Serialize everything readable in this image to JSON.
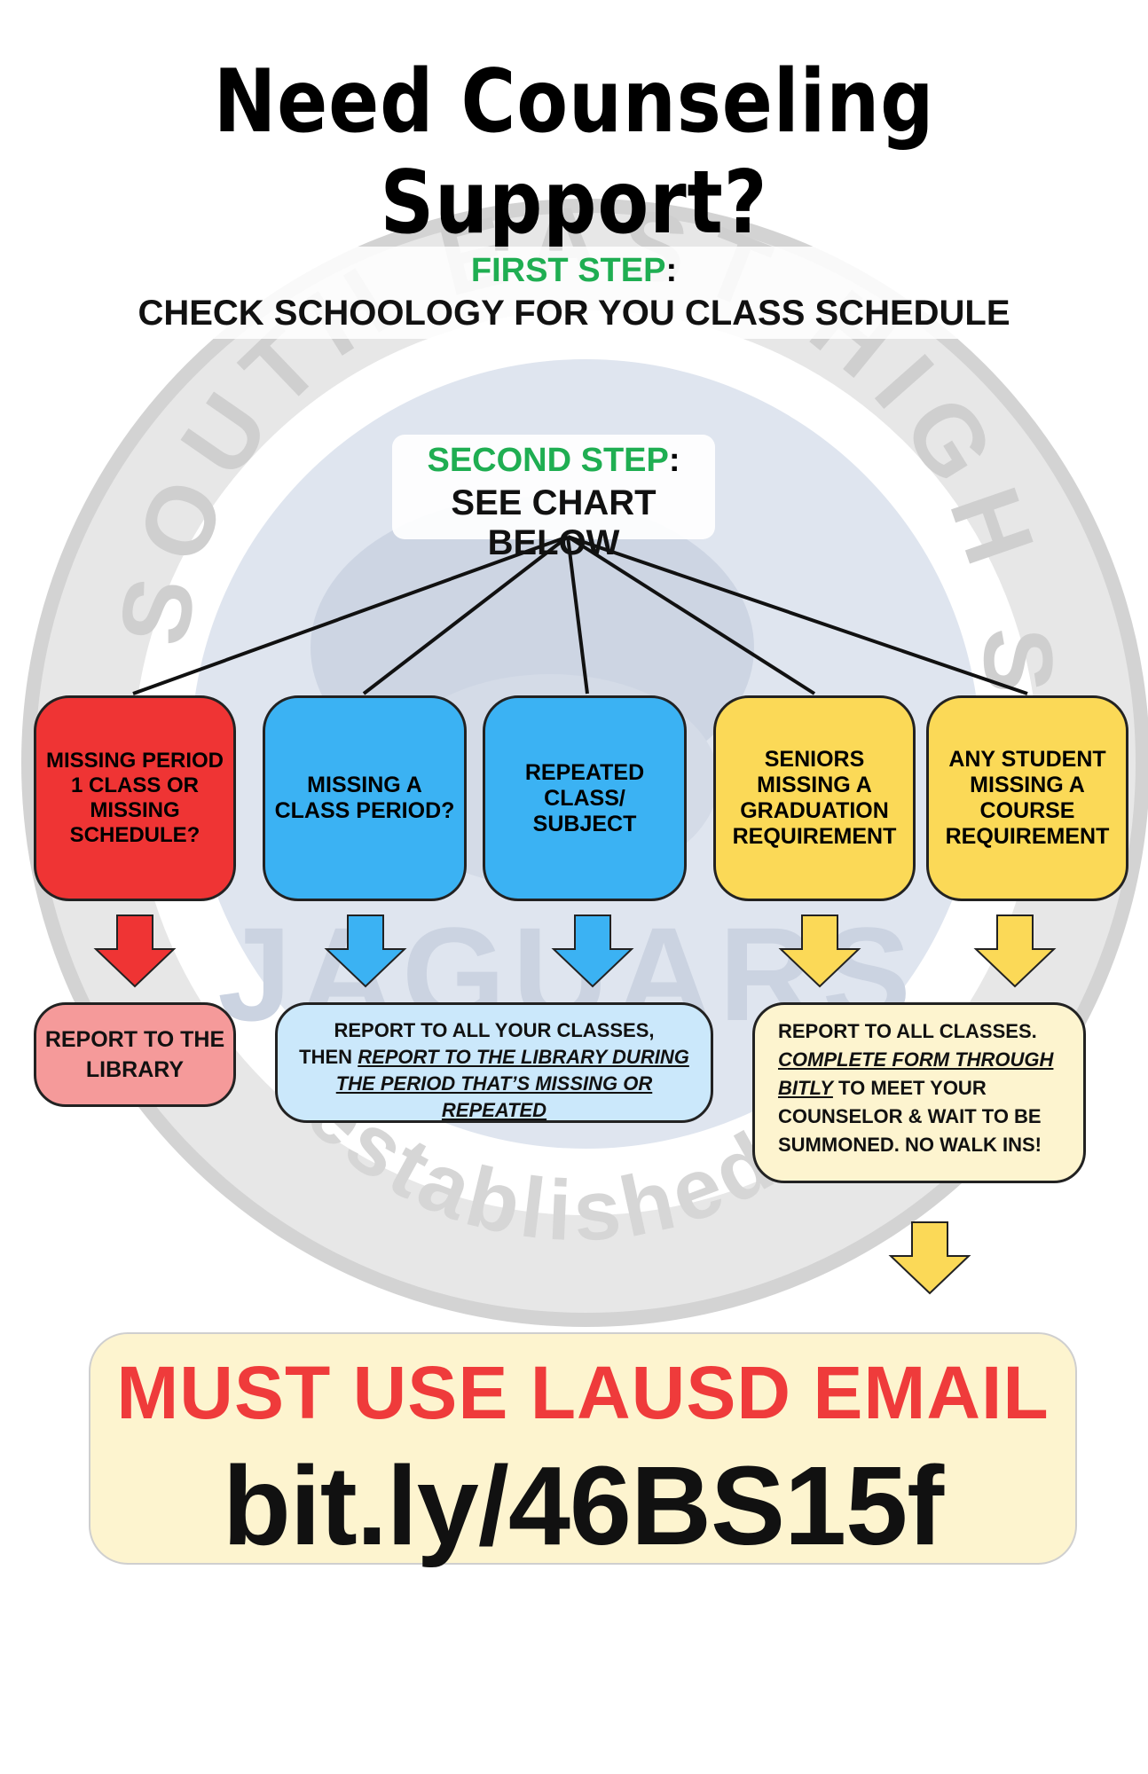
{
  "title": "Need Counseling Support?",
  "first_step": {
    "label": "FIRST STEP",
    "text": "CHECK SCHOOLOGY FOR YOU CLASS SCHEDULE"
  },
  "second_step": {
    "label": "SECOND STEP",
    "text": "SEE CHART BELOW"
  },
  "watermark": {
    "arc_text": "SOUTH EAST HIGH SCHOOL",
    "mascot": "JAGUARS",
    "established": "established 2"
  },
  "categories": [
    {
      "label": "MISSING PERIOD 1 CLASS OR MISSING SCHEDULE?",
      "color": "#ef3434"
    },
    {
      "label": "MISSING A CLASS PERIOD?",
      "color": "#3bb2f3"
    },
    {
      "label": "REPEATED CLASS/ SUBJECT",
      "color": "#3bb2f3"
    },
    {
      "label": "SENIORS MISSING A GRADUATION REQUIREMENT",
      "color": "#fbd957"
    },
    {
      "label": "ANY STUDENT MISSING A COURSE REQUIREMENT",
      "color": "#fbd957"
    }
  ],
  "results": {
    "library": "REPORT TO THE LIBRARY",
    "classes": {
      "plain": "REPORT TO ALL YOUR CLASSES,",
      "then": "THEN",
      "emph": "REPORT TO THE LIBRARY DURING THE PERIOD THAT’S MISSING OR REPEATED"
    },
    "form": {
      "plain1": "REPORT TO ALL CLASSES.",
      "emph": "COMPLETE FORM THROUGH BITLY",
      "plain2": "TO MEET YOUR COUNSELOR & WAIT TO BE SUMMONED. NO WALK INS!"
    }
  },
  "cta": {
    "line1": "MUST USE LAUSD EMAIL",
    "line2": "bit.ly/46BS15f"
  },
  "colors": {
    "red": "#ef3434",
    "light_red": "#f59a9a",
    "blue": "#3bb2f3",
    "light_blue": "#cbe8fb",
    "yellow": "#fbd957",
    "light_yellow": "#fdf4cf",
    "green": "#1fae52",
    "cta_red": "#ef3b3b"
  }
}
